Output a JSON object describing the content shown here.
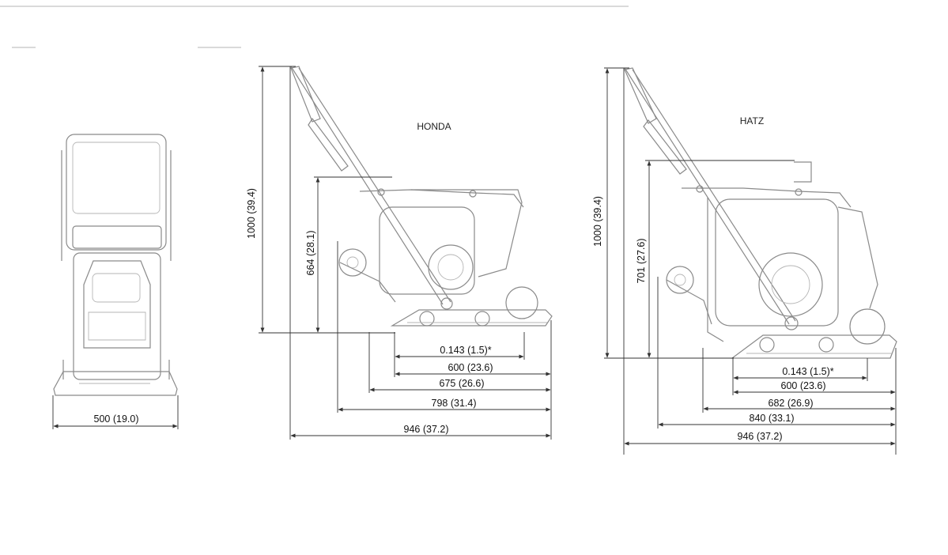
{
  "front_view": {
    "width_label": "500 (19.0)"
  },
  "honda_view": {
    "title": "HONDA",
    "height_label": "1000 (39.4)",
    "engine_height_label": "664 (28.1)",
    "dims": [
      "0.143 (1.5)*",
      "600 (23.6)",
      "675 (26.6)",
      "798 (31.4)",
      "946 (37.2)"
    ]
  },
  "hatz_view": {
    "title": "HATZ",
    "height_label": "1000 (39.4)",
    "engine_height_label": "701 (27.6)",
    "dims": [
      "0.143 (1.5)*",
      "600 (23.6)",
      "682 (26.9)",
      "840 (33.1)",
      "946 (37.2)"
    ]
  }
}
